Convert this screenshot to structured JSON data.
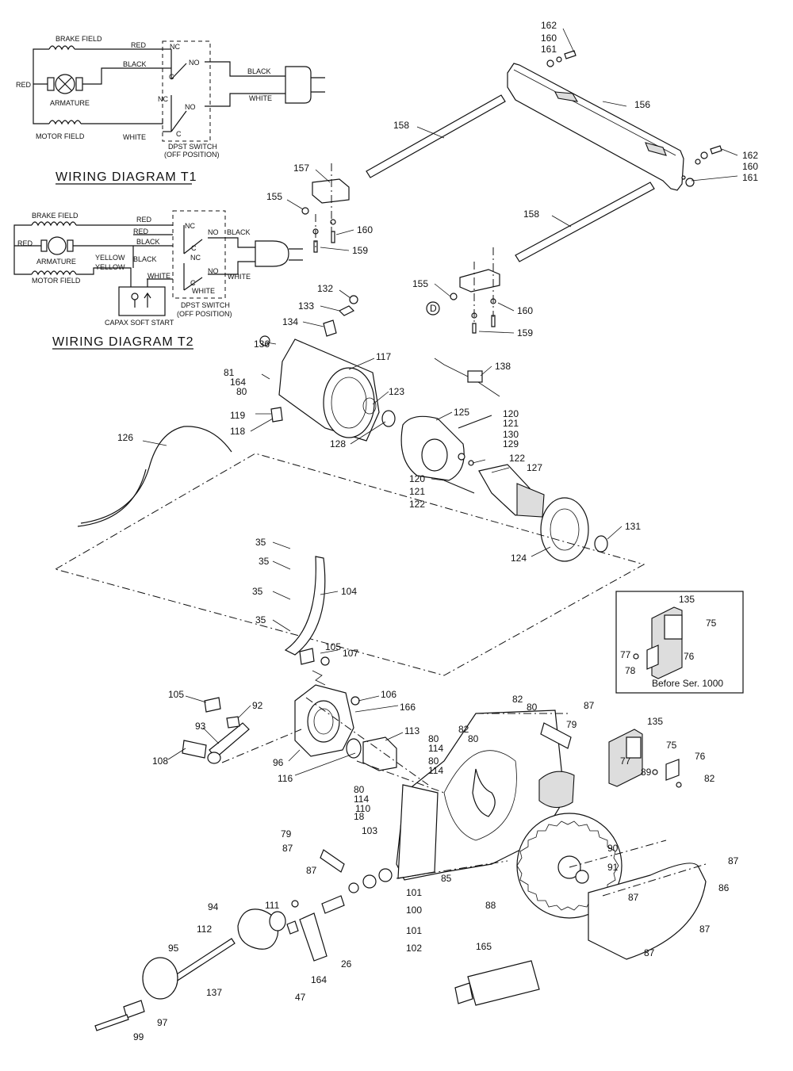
{
  "wiring_t1": {
    "title": "WIRING DIAGRAM T1",
    "brake_field": "BRAKE FIELD",
    "armature": "ARMATURE",
    "motor_field": "MOTOR FIELD",
    "red_left": "RED",
    "red_top": "RED",
    "black_mid": "BLACK",
    "white_bottom": "WHITE",
    "nc_top": "NC",
    "c_top": "C",
    "nc_mid": "NC",
    "c_bottom": "C",
    "no_top": "NO",
    "no_bottom": "NO",
    "black_right": "BLACK",
    "white_right": "WHITE",
    "switch_line1": "DPST SWITCH",
    "switch_line2": "(OFF POSITION)"
  },
  "wiring_t2": {
    "title": "WIRING DIAGRAM T2",
    "brake_field": "BRAKE FIELD",
    "armature": "ARMATURE",
    "motor_field": "MOTOR FIELD",
    "red_left": "RED",
    "red_top": "RED",
    "red_second": "RED",
    "black_a": "BLACK",
    "black_b": "BLACK",
    "yellow_a": "YELLOW",
    "yellow_b": "YELLOW",
    "white": "WHITE",
    "white_bottom": "WHITE",
    "nc_top": "NC",
    "c_top": "C",
    "nc_mid": "NC",
    "c_bottom": "C",
    "no_top": "NO",
    "no_bottom": "NO",
    "black_right": "BLACK",
    "white_right": "WHITE",
    "switch_line1": "DPST SWITCH",
    "switch_line2": "(OFF POSITION)",
    "softstart": "CAPAX SOFT START"
  },
  "inset": {
    "caption": "Before Ser. 1000",
    "labels": [
      "135",
      "75",
      "77",
      "78",
      "76"
    ]
  },
  "part_labels": {
    "p162a": "162",
    "p160a": "160",
    "p161a": "161",
    "p156": "156",
    "p162b": "162",
    "p160b": "160",
    "p161b": "161",
    "p158a": "158",
    "p158b": "158",
    "p157": "157",
    "p155a": "155",
    "p160c": "160",
    "p159a": "159",
    "p155b": "155",
    "p160d": "160",
    "p159b": "159",
    "pD": "D",
    "p132": "132",
    "p133": "133",
    "p134": "134",
    "p136": "136",
    "p117": "117",
    "p138": "138",
    "p81": "81",
    "p164a": "164",
    "p80a": "80",
    "p123": "123",
    "p119": "119",
    "p118": "118",
    "p125": "125",
    "p120a": "120",
    "p121a": "121",
    "p130": "130",
    "p129": "129",
    "p128": "128",
    "p122a": "122",
    "p127": "127",
    "p120b": "120",
    "p121b": "121",
    "p122b": "122",
    "p126": "126",
    "p131": "131",
    "p124": "124",
    "p35a": "35",
    "p35b": "35",
    "p35c": "35",
    "p35d": "35",
    "p104": "104",
    "p105a": "105",
    "p107": "107",
    "p106": "106",
    "p105b": "105",
    "p92": "92",
    "p166": "166",
    "p93": "93",
    "p108": "108",
    "p96": "96",
    "p113": "113",
    "p116": "116",
    "p80b": "80",
    "p114a": "114",
    "p80c": "80",
    "p114b": "114",
    "p80d": "80",
    "p114c": "114",
    "p110": "110",
    "p18": "18",
    "p82a": "82",
    "p80e": "80",
    "p82b": "82",
    "p80f": "80",
    "p87a": "87",
    "p79a": "79",
    "p135": "135",
    "p75": "75",
    "p76": "76",
    "p77": "77",
    "p89": "89",
    "p82c": "82",
    "p79b": "79",
    "p87b": "87",
    "p103": "103",
    "p87c": "87",
    "p90": "90",
    "p91": "91",
    "p87d": "87",
    "p86": "86",
    "p87e": "87",
    "p87f": "87",
    "p87g": "87",
    "p85": "85",
    "p88": "88",
    "p101a": "101",
    "p100": "100",
    "p101b": "101",
    "p102": "102",
    "p111": "111",
    "p94": "94",
    "p112": "112",
    "p95": "95",
    "p26": "26",
    "p164b": "164",
    "p47": "47",
    "p137": "137",
    "p97": "97",
    "p99": "99",
    "p165": "165"
  }
}
